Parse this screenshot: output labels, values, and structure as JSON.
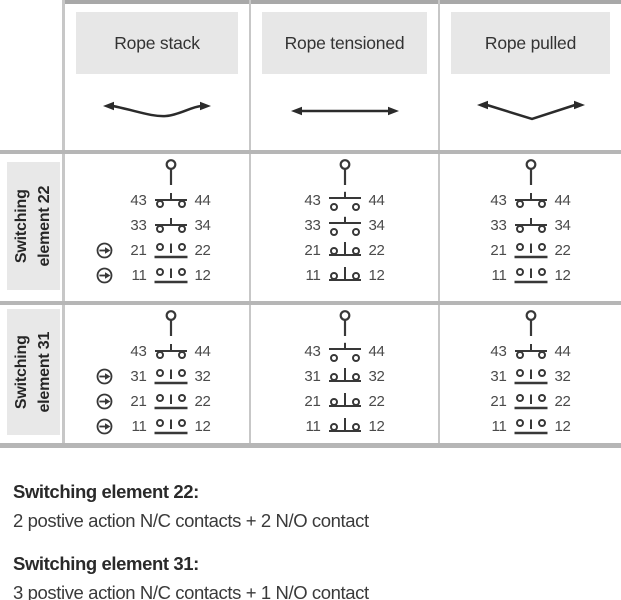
{
  "colors": {
    "header_box": "#e7e7e7",
    "row_header_box": "#e8e8e8",
    "grid_line": "#c7c7c7",
    "divider_bar": "#b6b6b6",
    "top_bar": "#a8a8a8",
    "symbol_ink": "#383838",
    "number_ink": "#4a4a4a",
    "text_ink": "#2a2a2a"
  },
  "header": {
    "columns": [
      {
        "label": "Rope stack",
        "rope_symbol": "slack"
      },
      {
        "label": "Rope tensioned",
        "rope_symbol": "tensioned"
      },
      {
        "label": "Rope pulled",
        "rope_symbol": "pulled"
      }
    ]
  },
  "rows": [
    {
      "label": [
        "Switching",
        "element 22"
      ],
      "cells": [
        {
          "contacts": [
            {
              "left": "43",
              "right": "44",
              "type": "no-closed",
              "positive": false
            },
            {
              "left": "33",
              "right": "34",
              "type": "no-closed",
              "positive": false
            },
            {
              "left": "21",
              "right": "22",
              "type": "nc-open",
              "positive": true
            },
            {
              "left": "11",
              "right": "12",
              "type": "nc-open",
              "positive": true
            }
          ]
        },
        {
          "contacts": [
            {
              "left": "43",
              "right": "44",
              "type": "no-open",
              "positive": false
            },
            {
              "left": "33",
              "right": "34",
              "type": "no-open",
              "positive": false
            },
            {
              "left": "21",
              "right": "22",
              "type": "nc-closed",
              "positive": false
            },
            {
              "left": "11",
              "right": "12",
              "type": "nc-closed",
              "positive": false
            }
          ]
        },
        {
          "contacts": [
            {
              "left": "43",
              "right": "44",
              "type": "no-closed",
              "positive": false
            },
            {
              "left": "33",
              "right": "34",
              "type": "no-closed",
              "positive": false
            },
            {
              "left": "21",
              "right": "22",
              "type": "nc-open",
              "positive": false
            },
            {
              "left": "11",
              "right": "12",
              "type": "nc-open",
              "positive": false
            }
          ]
        }
      ]
    },
    {
      "label": [
        "Switching",
        "element 31"
      ],
      "cells": [
        {
          "contacts": [
            {
              "left": "43",
              "right": "44",
              "type": "no-closed",
              "positive": false
            },
            {
              "left": "31",
              "right": "32",
              "type": "nc-open",
              "positive": true
            },
            {
              "left": "21",
              "right": "22",
              "type": "nc-open",
              "positive": true
            },
            {
              "left": "11",
              "right": "12",
              "type": "nc-open",
              "positive": true
            }
          ]
        },
        {
          "contacts": [
            {
              "left": "43",
              "right": "44",
              "type": "no-open",
              "positive": false
            },
            {
              "left": "31",
              "right": "32",
              "type": "nc-closed",
              "positive": false
            },
            {
              "left": "21",
              "right": "22",
              "type": "nc-closed",
              "positive": false
            },
            {
              "left": "11",
              "right": "12",
              "type": "nc-closed",
              "positive": false
            }
          ]
        },
        {
          "contacts": [
            {
              "left": "43",
              "right": "44",
              "type": "no-closed",
              "positive": false
            },
            {
              "left": "31",
              "right": "32",
              "type": "nc-open",
              "positive": false
            },
            {
              "left": "21",
              "right": "22",
              "type": "nc-open",
              "positive": false
            },
            {
              "left": "11",
              "right": "12",
              "type": "nc-open",
              "positive": false
            }
          ]
        }
      ]
    }
  ],
  "notes": [
    {
      "title": "Switching element 22:",
      "body": "2 postive action N/C contacts + 2 N/O contact"
    },
    {
      "title": "Switching element 31:",
      "body": "3 postive action N/C contacts + 1 N/O contact"
    }
  ]
}
